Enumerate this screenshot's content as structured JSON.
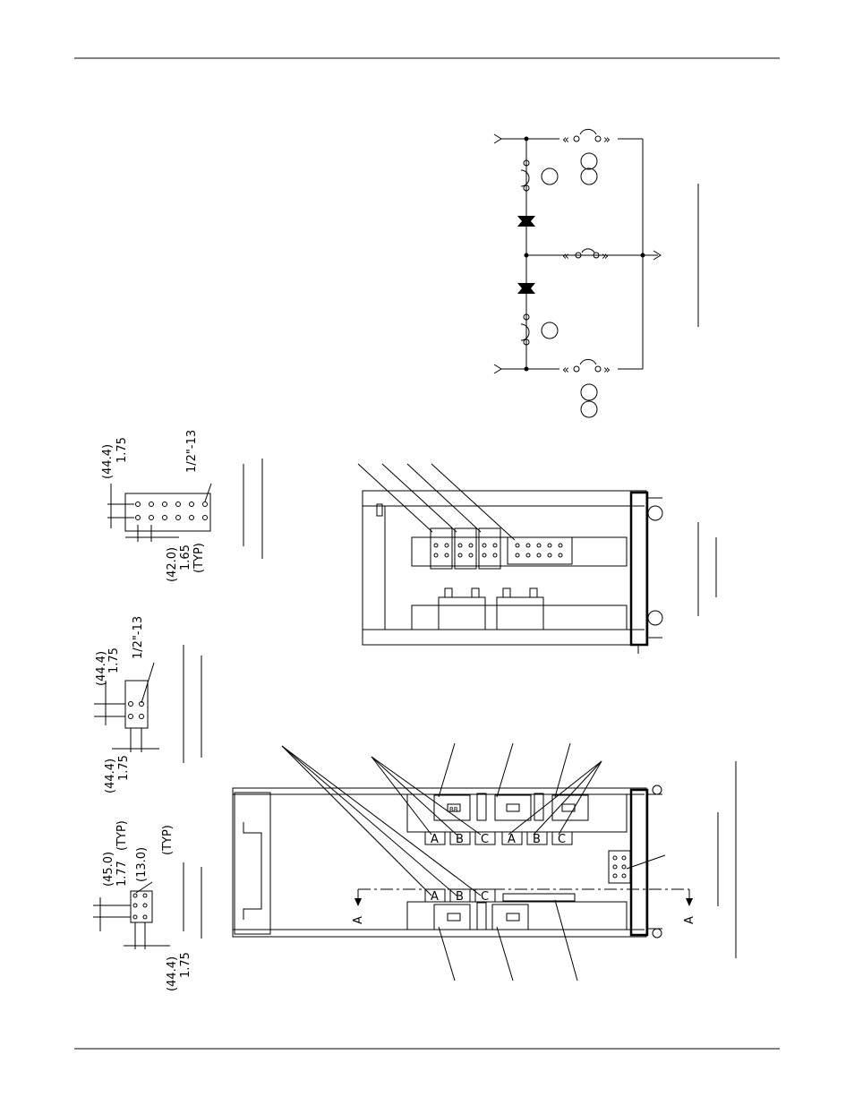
{
  "drawing": {
    "busbar_detail_top": {
      "dim_top": "(44.4)",
      "dim_top_in": "1.75",
      "thread": "1/2\"-13",
      "pitch_mm": "(42.0)",
      "pitch_in": "1.65",
      "pitch_note": "(TYP)"
    },
    "busbar_detail_mid": {
      "dim_top": "(44.4)",
      "dim_top_in": "1.75",
      "thread": "1/2\"-13",
      "dim_bottom": "(44.4)",
      "dim_bottom_in": "1.75"
    },
    "busbar_detail_low": {
      "dim_a_mm": "(45.0)",
      "dim_a_in": "1.77",
      "dim_a_note": "(TYP)",
      "dim_b_mm": "(13.0)",
      "dim_b_note": "(TYP)",
      "dim_c_mm": "(44.4)",
      "dim_c_in": "1.75"
    },
    "phase_labels": [
      "A",
      "B",
      "C",
      "A",
      "B",
      "C",
      "A",
      "B",
      "C"
    ],
    "section_marker": "A",
    "breaker_label": "BB"
  }
}
